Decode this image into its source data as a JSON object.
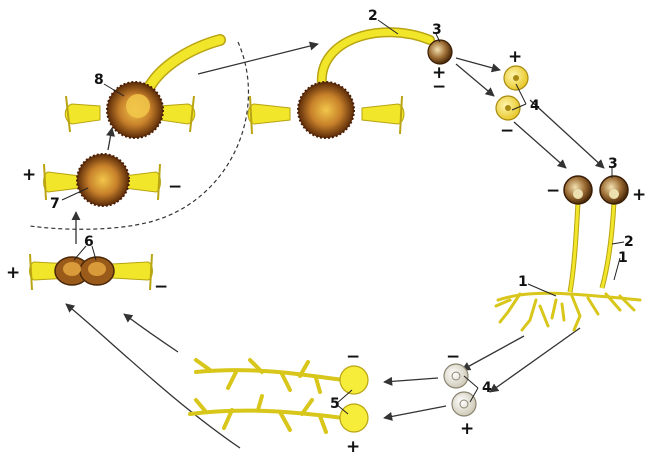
{
  "colors": {
    "background": "#ffffff",
    "hypha": "#f2e62a",
    "hypha_stroke": "#b9a412",
    "zygospore": "#7a3a0e",
    "zygospore_core": "#e6b23a",
    "sporangium": "#8a5a2a",
    "spore_light": "#ece9dd",
    "arrow": "#333333"
  },
  "labels": {
    "n1a": "1",
    "n1b": "1",
    "n2a": "2",
    "n2b": "2",
    "n3a": "3",
    "n3b": "3",
    "n4a": "4",
    "n4b": "4",
    "n5": "5",
    "n6": "6",
    "n7": "7",
    "n8": "8"
  },
  "signs": {
    "plus": "+",
    "minus": "−"
  }
}
